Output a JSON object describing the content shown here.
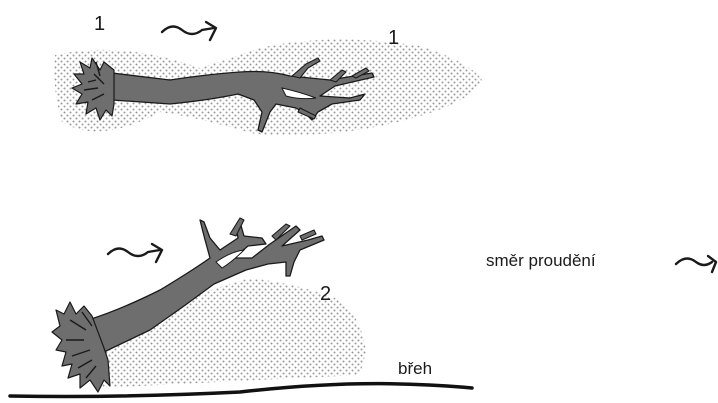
{
  "labels": {
    "tree1_number": "1",
    "zone1_number": "1",
    "tree2_number": "2",
    "flow_legend": "směr proudění",
    "bank": "břeh"
  },
  "colors": {
    "trunk_fill": "#6e6e6e",
    "outline": "#1a1a1a",
    "sediment_dots": "#9a9a9a",
    "bank_line": "#111111"
  },
  "icons": {
    "flow_arrow": "wavy-arrow-icon"
  }
}
